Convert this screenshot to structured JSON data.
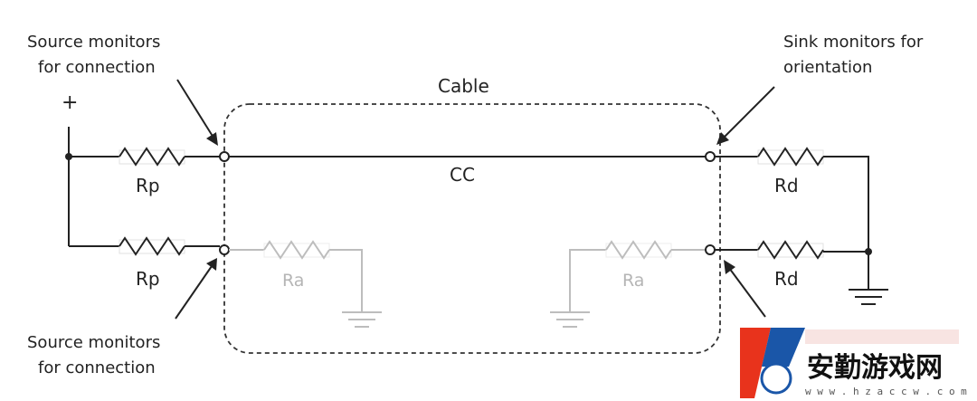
{
  "labels": {
    "source_top_line1": "Source monitors",
    "source_top_line2": "for connection",
    "sink_line1": "Sink monitors for",
    "sink_line2": "orientation",
    "cable": "Cable",
    "plus": "+",
    "cc": "CC",
    "rp_top": "Rp",
    "rp_bottom": "Rp",
    "rd_top": "Rd",
    "rd_bottom": "Rd",
    "ra_left": "Ra",
    "ra_right": "Ra",
    "source_bottom_line1": "Source monitors",
    "source_bottom_line2": "for connection"
  },
  "watermark": {
    "main_text": "安勤游戏网",
    "url_text": "w w w . h z a c c w . c o m"
  },
  "colors": {
    "wire": "#222222",
    "dim_wire": "#bdbdbd",
    "label": "#222222",
    "dim_label": "#b5b5b5",
    "watermark_red": "#e8331c",
    "watermark_blue": "#1a56a8"
  }
}
